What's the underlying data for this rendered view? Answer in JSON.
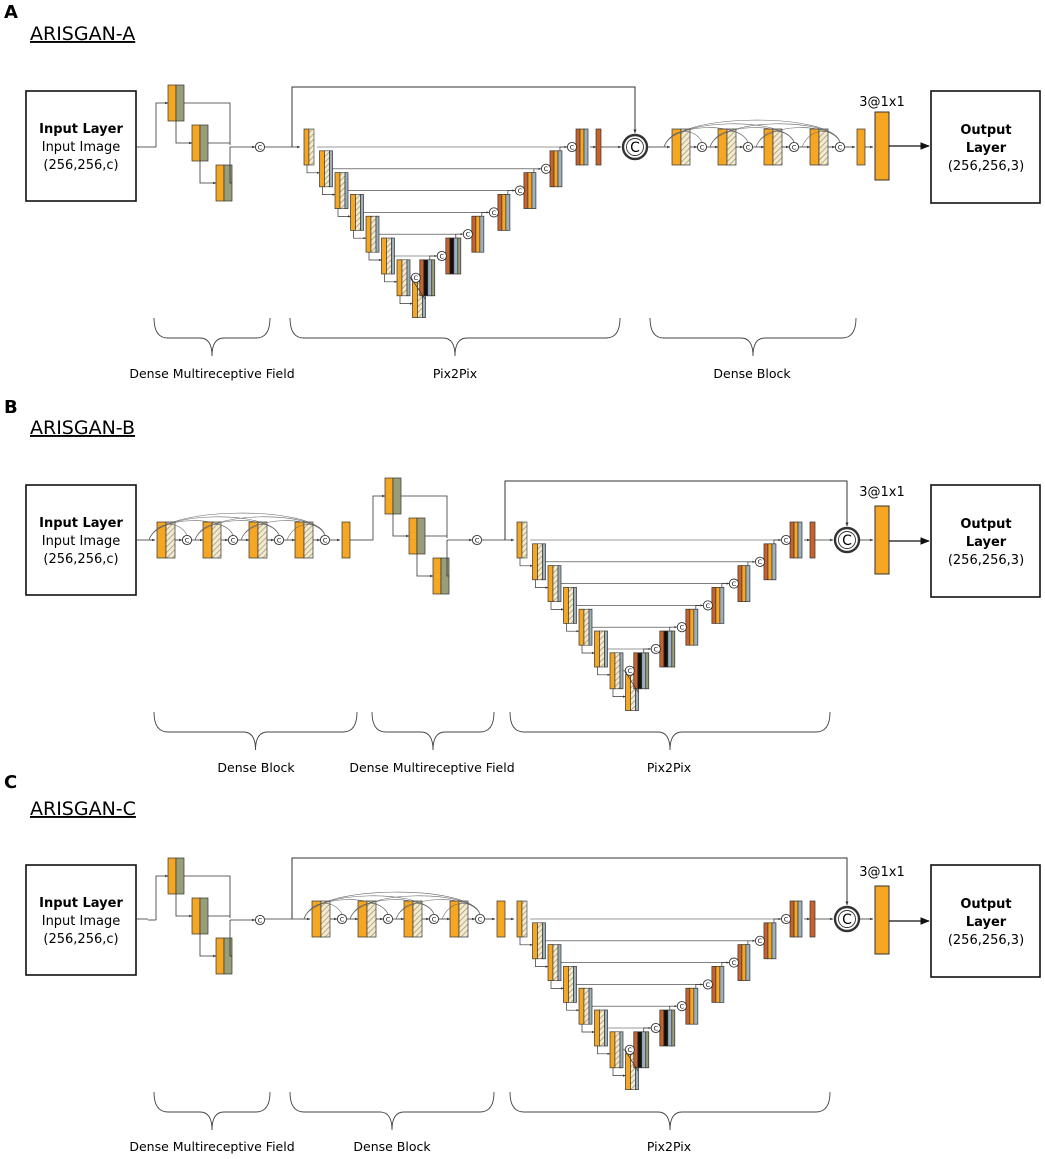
{
  "panels": [
    {
      "key": "a",
      "letter": "A",
      "title": "ARISGAN-A",
      "input": {
        "title": "Input Layer",
        "line1": "Input Image",
        "line2": "(256,256,c)"
      },
      "output": {
        "title_line1": "Output",
        "title_line2": "Layer",
        "line1": "(256,256,3)"
      },
      "conv_label": "3@1x1",
      "segments": [
        "Dense Multireceptive Field",
        "Pix2Pix",
        "Dense Block"
      ]
    },
    {
      "key": "b",
      "letter": "B",
      "title": "ARISGAN-B",
      "input": {
        "title": "Input Layer",
        "line1": "Input Image",
        "line2": "(256,256,c)"
      },
      "output": {
        "title_line1": "Output",
        "title_line2": "Layer",
        "line1": "(256,256,3)"
      },
      "conv_label": "3@1x1",
      "segments": [
        "Dense Block",
        "Dense Multireceptive Field",
        "Pix2Pix"
      ]
    },
    {
      "key": "c",
      "letter": "C",
      "title": "ARISGAN-C",
      "input": {
        "title": "Input Layer",
        "line1": "Input Image",
        "line2": "(256,256,c)"
      },
      "output": {
        "title_line1": "Output",
        "title_line2": "Layer",
        "line1": "(256,256,3)"
      },
      "conv_label": "3@1x1",
      "segments": [
        "Dense Multireceptive Field",
        "Dense Block",
        "Pix2Pix"
      ]
    }
  ],
  "concat_symbol": "C",
  "colors": {
    "orange": "#f5a623",
    "olive": "#9a9d7a",
    "steel": "#9fb0bd",
    "rust": "#c8622a",
    "black": "#111111",
    "line": "#333333"
  }
}
